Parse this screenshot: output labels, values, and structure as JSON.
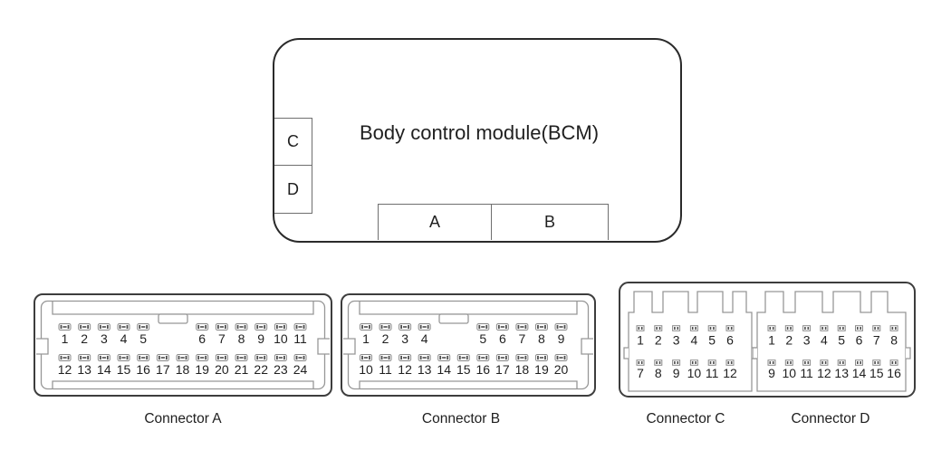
{
  "bcm": {
    "title": "Body control module(BCM)",
    "slot_c": "C",
    "slot_d": "D",
    "slot_a": "A",
    "slot_b": "B"
  },
  "connectors": [
    {
      "id": "A",
      "label": "Connector A",
      "rows": [
        [
          1,
          2,
          3,
          4,
          5,
          null,
          null,
          6,
          7,
          8,
          9,
          10,
          11
        ],
        [
          12,
          13,
          14,
          15,
          16,
          17,
          18,
          19,
          20,
          21,
          22,
          23,
          24
        ]
      ]
    },
    {
      "id": "B",
      "label": "Connector B",
      "rows": [
        [
          1,
          2,
          3,
          4,
          null,
          null,
          5,
          6,
          7,
          8,
          9
        ],
        [
          10,
          11,
          12,
          13,
          14,
          15,
          16,
          17,
          18,
          19,
          20
        ]
      ]
    },
    {
      "id": "C",
      "label": "Connector C",
      "rows": [
        [
          1,
          2,
          3,
          4,
          5,
          6
        ],
        [
          7,
          8,
          9,
          10,
          11,
          12
        ]
      ]
    },
    {
      "id": "D",
      "label": "Connector D",
      "rows": [
        [
          1,
          2,
          3,
          4,
          5,
          6,
          7,
          8
        ],
        [
          9,
          10,
          11,
          12,
          13,
          14,
          15,
          16
        ]
      ]
    }
  ],
  "colors": {
    "outline_dark": "#3d3d3d",
    "outline_light": "#979797",
    "text": "#1f1f1f",
    "background": "#ffffff"
  }
}
